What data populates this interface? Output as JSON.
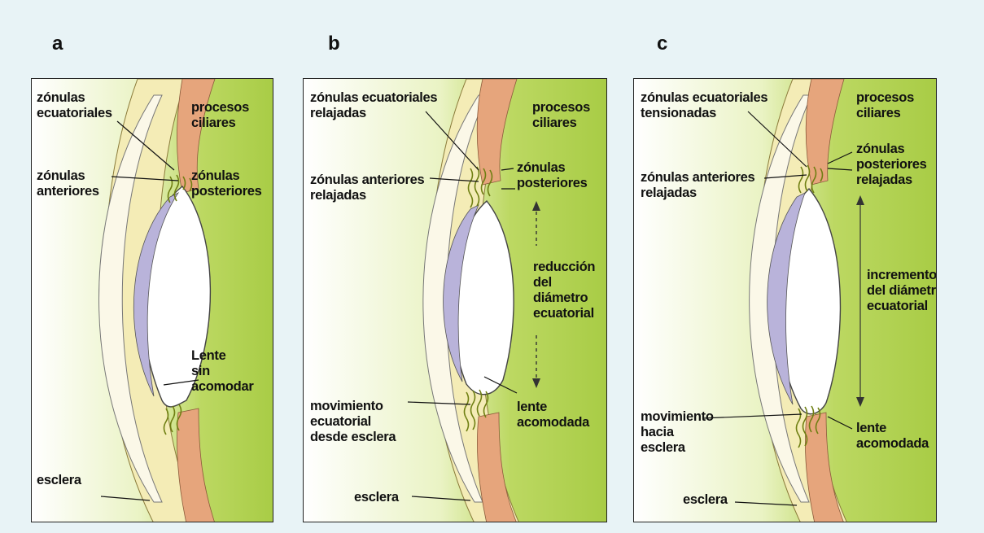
{
  "panels": [
    {
      "letter": "a",
      "labels": {
        "ecuatoriales": "zónulas\necuatoriales",
        "procesos": "procesos\nciliares",
        "anteriores": "zónulas\nanteriores",
        "posteriores": "zónulas\nposteriores",
        "lente": "Lente\nsin\nacomodar",
        "esclera": "esclera"
      }
    },
    {
      "letter": "b",
      "labels": {
        "ecuatoriales": "zónulas ecuatoriales\nrelajadas",
        "procesos": "procesos\nciliares",
        "anteriores": "zónulas anteriores\nrelajadas",
        "posteriores": "zónulas\nposteriores",
        "diametro": "reducción\ndel\ndiámetro\necuatorial",
        "movimiento": "movimiento\necuatorial\ndesde esclera",
        "lente": "lente\nacomodada",
        "esclera": "esclera"
      }
    },
    {
      "letter": "c",
      "labels": {
        "ecuatoriales": "zónulas ecuatoriales\ntensionadas",
        "procesos": "procesos\nciliares",
        "anteriores": "zónulas anteriores\nrelajadas",
        "posteriores": "zónulas\nposteriores\nrelajadas",
        "diametro": "incremento\ndel diámetro\necuatorial",
        "movimiento": "movimiento\nhacia\nesclera",
        "lente": "lente\nacomodada",
        "esclera": "esclera"
      }
    }
  ],
  "colors": {
    "green": "#b4d45a",
    "ciliary": "#e6a57c",
    "sclera_band": "#f2e7a6",
    "lens_cortex": "#b9b3da",
    "zonule": "#6f7f12"
  }
}
